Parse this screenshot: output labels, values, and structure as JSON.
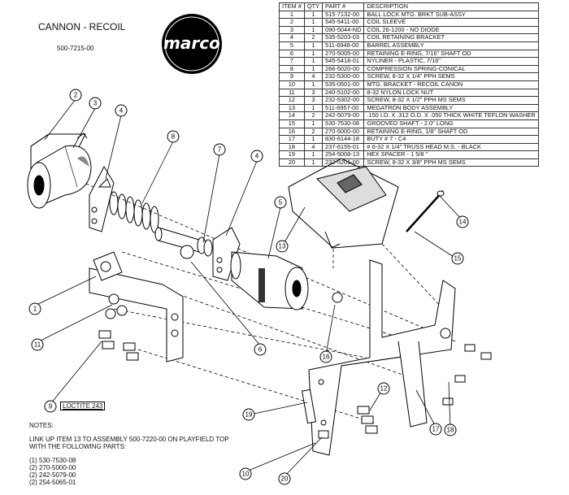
{
  "header": {
    "title": "CANNON - RECOIL",
    "assembly_number": "500-7215-00",
    "logo_text": "marco"
  },
  "parts_table": {
    "headers": [
      "ITEM #",
      "QTY",
      "PART #",
      "DESCRIPTION"
    ],
    "rows": [
      [
        "1",
        "1",
        "515-7132-00",
        "BALL LOCK MTG. BRKT SUB-ASSY"
      ],
      [
        "2",
        "1",
        "545-5411-00",
        "COIL SLEEVE"
      ],
      [
        "3",
        "1",
        "090-5044-ND",
        "COIL 26-1200 - NO DIODE"
      ],
      [
        "4",
        "2",
        "535-5203-03",
        "COIL RETAINING BRACKET"
      ],
      [
        "5",
        "1",
        "511-6948-00",
        "BARREL ASSEMBLY"
      ],
      [
        "6",
        "1",
        "270-5005-00",
        "RETAINING E-RING, 7/16\" SHAFT OD"
      ],
      [
        "7",
        "1",
        "545-5418-01",
        "NYLINER - PLASTIC, 7/16\""
      ],
      [
        "8",
        "1",
        "266-5020-00",
        "COMPRESSION SPRING-CONICAL"
      ],
      [
        "9",
        "4",
        "232-5300-00",
        "SCREW, 8-32 X 1/4\" PPH SEMS"
      ],
      [
        "10",
        "1",
        "535-0501-00",
        "MTG. BRACKET - RECOIL CANON"
      ],
      [
        "11",
        "3",
        "240-5102-00",
        "8-32 NYLON LOCK NUT"
      ],
      [
        "12",
        "3",
        "232-5302-00",
        "SCREW, 8-32 X 1/2\" PPH MS SEMS"
      ],
      [
        "13",
        "1",
        "511-6957-00",
        "MEGATRON BODY ASSEMBLY"
      ],
      [
        "14",
        "2",
        "242-5079-00",
        ".150 I.D. X .312 O.D. X .050 THICK WHITE TEFLON WASHER"
      ],
      [
        "15",
        "1",
        "530-7530-08",
        "GROOVED SHAFT - 2.0\" LONG"
      ],
      [
        "16",
        "2",
        "270-5000-00",
        "RETAINING E-RING, 1/8\" SHAFT OD"
      ],
      [
        "17",
        "1",
        "830-6144-18",
        "BUTY # 7 - C4"
      ],
      [
        "18",
        "4",
        "237-6155-01",
        "# 6-32 X 1/4\" TRUSS HEAD M.S. - BLACK"
      ],
      [
        "19",
        "1",
        "254-5008-13",
        "HEX SPACER - 1 5/8 \""
      ],
      [
        "20",
        "1",
        "232-5201-00",
        "SCREW, 8-32 X 3/8\" PPH MS SEMS"
      ]
    ]
  },
  "callouts": [
    "1",
    "2",
    "3",
    "4",
    "4",
    "5",
    "6",
    "7",
    "8",
    "9",
    "10",
    "11",
    "12",
    "13",
    "14",
    "15",
    "16",
    "17",
    "18",
    "19",
    "20"
  ],
  "loctite_label": "LOCTITE 243",
  "notes": {
    "heading": "NOTES:",
    "text_line1": "LINK UP ITEM 13 TO ASSEMBLY 500-7220-00 ON PLAYFIELD TOP",
    "text_line2": "WITH THE FOLLOWING PARTS:",
    "parts": [
      "(1) 530-7530-08",
      "(2) 270-5000-00",
      "(2) 242-5079-00",
      "(2) 254-5065-01"
    ]
  }
}
